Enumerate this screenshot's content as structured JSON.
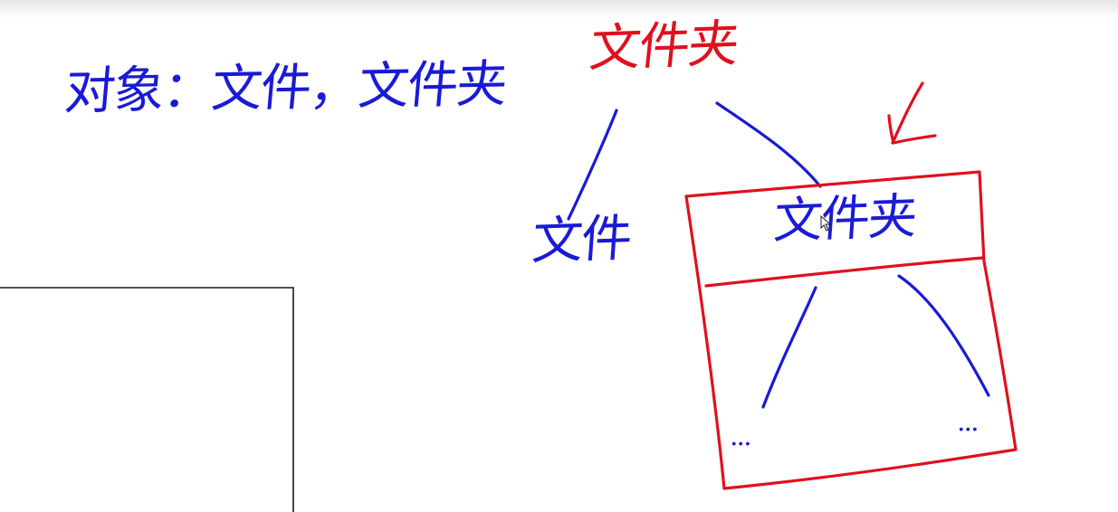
{
  "whiteboard": {
    "note_text": "对象：文件，文件夹",
    "tree": {
      "root_label": "文件夹",
      "child_file_label": "文件",
      "child_folder_label": "文件夹",
      "ellipsis_left": "...",
      "ellipsis_right": "..."
    },
    "colors": {
      "background": "#ffffff",
      "blue_ink": "#1a1ad6",
      "red_ink": "#e0101e",
      "rect_outline": "#1a1a1a"
    },
    "icons": [
      "arrow-annotation-icon",
      "cursor-icon"
    ]
  }
}
